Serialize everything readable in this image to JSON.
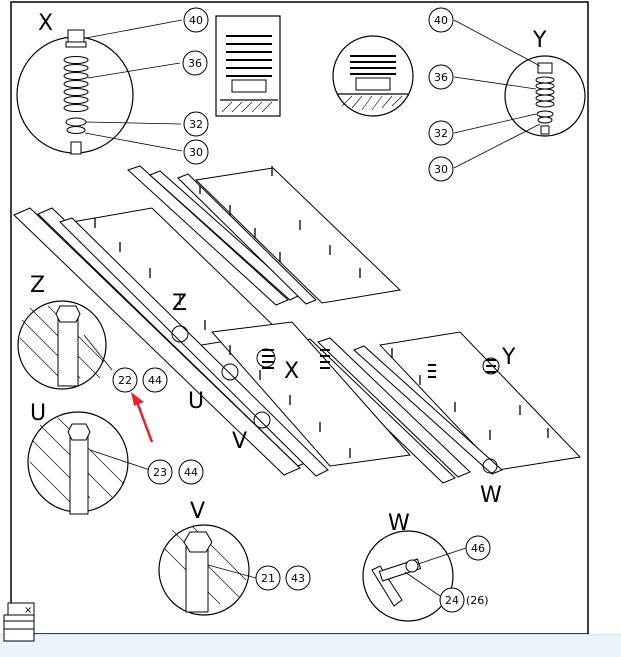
{
  "diagram": {
    "detail_letters": {
      "x_top": "X",
      "y_top": "Y",
      "z_left": "Z",
      "z_center": "Z",
      "u_left": "U",
      "u_center": "U",
      "x_center": "X",
      "y_center": "Y",
      "v_center": "V",
      "v_bottom": "V",
      "w_center": "W",
      "w_bottom": "W"
    },
    "part_numbers": {
      "x40": "40",
      "x36": "36",
      "x32": "32",
      "x30": "30",
      "y40": "40",
      "y36": "36",
      "y32": "32",
      "y30": "30",
      "z22": "22",
      "z44": "44",
      "u23": "23",
      "u44": "44",
      "v21": "21",
      "v43": "43",
      "w46": "46",
      "w24": "24",
      "w26": "(26)"
    },
    "arrow_color": "#e8262a"
  },
  "chrome": {
    "bottom_bar_color": "#eaf4fb",
    "mini_window_close": "×"
  }
}
